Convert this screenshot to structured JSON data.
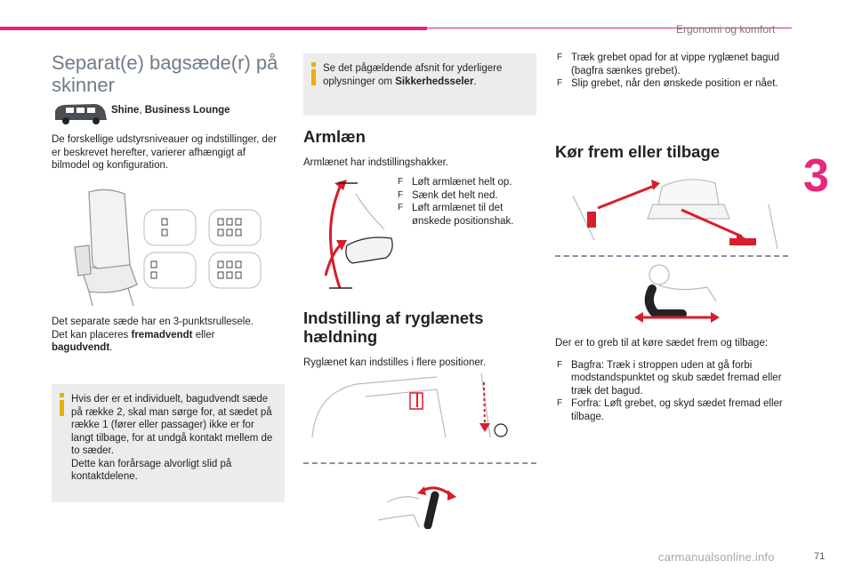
{
  "header": {
    "section": "Ergonomi og komfort",
    "tab_number": "3",
    "page_number": "71",
    "watermark": "carmanualsonline.info"
  },
  "col1": {
    "title": "Separat(e) bagsæde(r) på skinner",
    "versions_a": "Shine",
    "versions_sep": ", ",
    "versions_b": "Business Lounge",
    "intro": "De forskellige udstyrsniveauer og indstillinger, der er beskrevet herefter, varierer afhængigt af bilmodel og konfiguration.",
    "belt_line1": "Det separate sæde har en 3-punktsrullesele.",
    "belt_line2_pre": "Det kan placeres ",
    "belt_fwd": "fremadvendt",
    "belt_or": " eller",
    "belt_back": "bagudvendt",
    "belt_end": ".",
    "warning": "Hvis der er et individuelt, bagudvendt sæde på række 2, skal man sørge for, at sædet på række 1 (fører eller passager) ikke er for langt tilbage, for at undgå kontakt mellem de to sæder.",
    "warning2": "Dette kan forårsage alvorligt slid på kontaktdelene."
  },
  "col2": {
    "info_pre": "Se det pågældende afsnit for yderligere oplysninger om ",
    "info_bold": "Sikkerhedsseler",
    "info_end": ".",
    "armrest_title": "Armlæn",
    "armrest_intro": "Armlænet har indstillingshakker.",
    "armrest_bullets": [
      "Løft armlænet helt op.",
      "Sænk det helt ned.",
      "Løft armlænet til det ønskede positionshak."
    ],
    "recline_title": "Indstilling af ryglænets hældning",
    "recline_text": "Ryglænet kan indstilles i flere positioner."
  },
  "col3": {
    "top_bullets": [
      "Træk grebet opad for at vippe ryglænet bagud (bagfra sænkes grebet).",
      "Slip grebet, når den ønskede position er nået."
    ],
    "move_title": "Kør frem eller tilbage",
    "move_intro": "Der er to greb til at køre sædet frem og tilbage:",
    "move_bullets": [
      "Bagfra: Træk i stroppen uden at gå forbi modstandspunktet og skub sædet fremad eller træk det bagud.",
      "Forfra: Løft grebet, og skyd sædet fremad eller tilbage."
    ]
  },
  "bullet_marker": "F",
  "colors": {
    "accent": "#e7267c",
    "title_grey": "#6f7c8a",
    "box_bg": "#ececec",
    "arrow_red": "#d81e2b"
  },
  "icons": [
    "van-icon",
    "info-icon"
  ]
}
